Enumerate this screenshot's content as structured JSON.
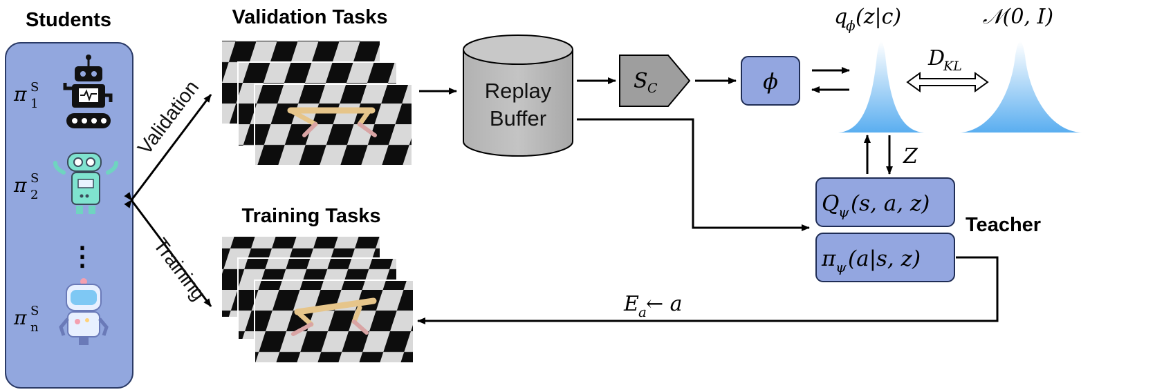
{
  "headings": {
    "students": "Students",
    "validation_tasks": "Validation Tasks",
    "training_tasks": "Training Tasks",
    "teacher": "Teacher"
  },
  "edge_labels": {
    "validation": "Validation",
    "training": "Training"
  },
  "students": {
    "items": [
      {
        "symbol": "π",
        "sup": "S",
        "sub": "1",
        "icon": "robot-icon"
      },
      {
        "symbol": "π",
        "sup": "S",
        "sub": "2",
        "icon": "robot-icon"
      },
      {
        "symbol": "π",
        "sup": "S",
        "sub": "n",
        "icon": "robot-icon"
      }
    ],
    "ellipsis": "⋮"
  },
  "replay_buffer": {
    "line1": "Replay",
    "line2": "Buffer"
  },
  "context_sampler": {
    "symbol": "S",
    "sub": "C"
  },
  "encoder": {
    "symbol": "ϕ"
  },
  "posterior": {
    "q": "q",
    "q_sub": "ϕ",
    "args": "(z|c)"
  },
  "prior": {
    "text": "𝒩(0, I)"
  },
  "kl": {
    "D": "D",
    "sub": "KL"
  },
  "latent_z": "Z",
  "teacher": {
    "q_fn": {
      "name": "Q",
      "sub": "ψ",
      "args": "(s, a, z)"
    },
    "policy": {
      "name": "π",
      "sub": "ψ",
      "args": "(a|s, z)"
    }
  },
  "feedback": {
    "E": "E",
    "sub": "a",
    "rest": " ← a"
  },
  "colors": {
    "panel_fill": "#92a7de",
    "panel_stroke": "#2a3a66",
    "box_fill": "#93a6e0",
    "buffer_fill": "#bbbbbb",
    "gaussian": "#5aaef0",
    "floor_dark": "#0d0d0d",
    "floor_light": "#d9d9d9"
  }
}
